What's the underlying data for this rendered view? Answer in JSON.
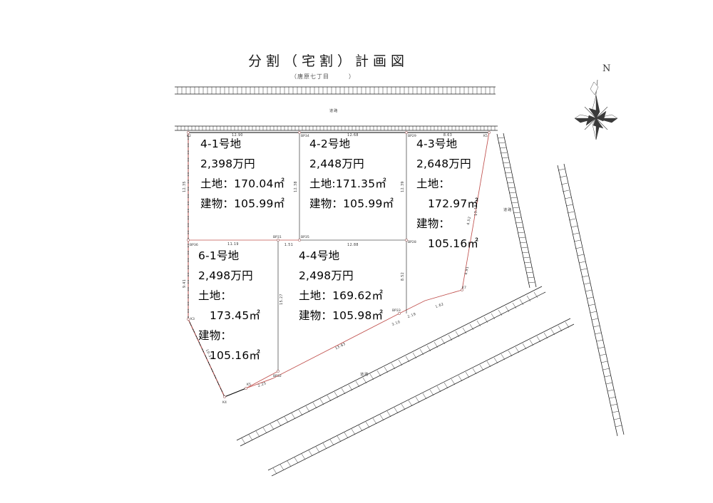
{
  "document": {
    "title": "分割（宅割）計画図",
    "subtitle": "（唐原七丁目　　　）"
  },
  "compass": {
    "label": "N",
    "name": "north-arrow"
  },
  "roads": {
    "top_label": "道路",
    "right_label": "道路",
    "bottom_label": "道路"
  },
  "lots": [
    {
      "id": "lot-4-1",
      "name": "4-1号地",
      "price": "2,398万円",
      "land": "土地：170.04㎡",
      "building": "建物：105.99㎡",
      "land_value": 170.04,
      "building_value": 105.99,
      "price_value": 23980000
    },
    {
      "id": "lot-4-2",
      "name": "4-2号地",
      "price": "2,448万円",
      "land": "土地:171.35㎡",
      "building": "建物：105.99㎡",
      "land_value": 171.35,
      "building_value": 105.99,
      "price_value": 24480000
    },
    {
      "id": "lot-4-3",
      "name": "4-3号地",
      "price": "2,648万円",
      "land_label": "土地：",
      "land_value_text": "172.97㎡",
      "building_label": "建物：",
      "building_value_text": "105.16㎡",
      "land_value": 172.97,
      "building_value": 105.16,
      "price_value": 26480000
    },
    {
      "id": "lot-6-1",
      "name": "6-1号地",
      "price": "2,498万円",
      "land_label": "土地：",
      "land_value_text": "173.45㎡",
      "building_label": "建物：",
      "building_value_text": "105.16㎡",
      "land_value": 173.45,
      "building_value": 105.16,
      "price_value": 24980000
    },
    {
      "id": "lot-4-4",
      "name": "4-4号地",
      "price": "2,498万円",
      "land": "土地：169.62㎡",
      "building": "建物：105.98㎡",
      "land_value": 169.62,
      "building_value": 105.98,
      "price_value": 24980000
    }
  ],
  "survey_points": {
    "top_row": [
      "K2",
      "BP34",
      "BP29",
      "K5"
    ],
    "mid_row": [
      "BP36",
      "BP31",
      "BP35",
      "BP28"
    ],
    "lower": [
      "BP32",
      "BP33",
      "K3",
      "K4",
      "K5",
      "K7"
    ]
  },
  "dimensions": {
    "top": [
      {
        "label": "12.90",
        "from": "K2",
        "to": "BP34"
      },
      {
        "label": "12.68",
        "from": "BP34",
        "to": "BP29"
      },
      {
        "label": "8.63",
        "from": "BP29",
        "to": "K5"
      }
    ],
    "middle": [
      {
        "label": "11.19",
        "from": "BP36",
        "to": "BP31"
      },
      {
        "label": "1.51",
        "from": "BP31",
        "to": "BP35"
      },
      {
        "label": "12.88",
        "from": "BP35",
        "to": "BP28"
      }
    ],
    "vertical": [
      {
        "label": "12.35",
        "side": "left-upper"
      },
      {
        "label": "12.38",
        "side": "mid-upper"
      },
      {
        "label": "12.39",
        "side": "right-upper"
      },
      {
        "label": "13.18",
        "side": "far-right-upper"
      },
      {
        "label": "15.27",
        "side": "mid-lower"
      },
      {
        "label": "9.41",
        "side": "left-lower"
      },
      {
        "label": "8.52",
        "side": "right-lower"
      }
    ],
    "diagonal": [
      {
        "label": "10.31",
        "desc": "southwest-boundary"
      },
      {
        "label": "13.83",
        "desc": "south-boundary"
      },
      {
        "label": "2.25",
        "desc": "K4-K5-segment"
      },
      {
        "label": "2.19",
        "desc": "BP33-segment"
      },
      {
        "label": "1.62",
        "desc": "short-diagonal"
      },
      {
        "label": "3.10",
        "desc": "short-diagonal-2"
      },
      {
        "label": "4.52",
        "desc": "east-diagonal"
      },
      {
        "label": "4.91",
        "desc": "east-diagonal-2"
      }
    ]
  },
  "colors": {
    "boundary_black": "#000000",
    "boundary_red": "#c0504d",
    "background": "#ffffff",
    "text": "#000000"
  }
}
